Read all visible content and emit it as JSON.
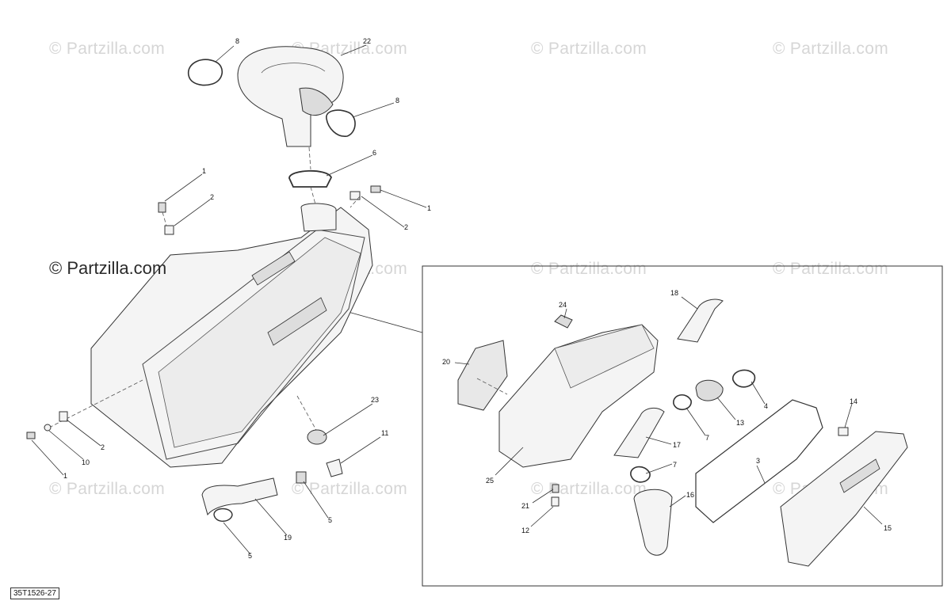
{
  "watermark": {
    "text": "© Partzilla.com",
    "main_text": "© Partzilla.com"
  },
  "reference_code": "35T1526-27",
  "callouts": [
    {
      "id": "c-8a",
      "label": "8"
    },
    {
      "id": "c-22",
      "label": "22"
    },
    {
      "id": "c-8b",
      "label": "8"
    },
    {
      "id": "c-6",
      "label": "6"
    },
    {
      "id": "c-1a",
      "label": "1"
    },
    {
      "id": "c-2a",
      "label": "2"
    },
    {
      "id": "c-1b",
      "label": "1"
    },
    {
      "id": "c-2b",
      "label": "2"
    },
    {
      "id": "c-23",
      "label": "23"
    },
    {
      "id": "c-11",
      "label": "11"
    },
    {
      "id": "c-2c",
      "label": "2"
    },
    {
      "id": "c-10",
      "label": "10"
    },
    {
      "id": "c-1c",
      "label": "1"
    },
    {
      "id": "c-5a",
      "label": "5"
    },
    {
      "id": "c-19",
      "label": "19"
    },
    {
      "id": "c-5b",
      "label": "5"
    },
    {
      "id": "c-18",
      "label": "18"
    },
    {
      "id": "c-24",
      "label": "24"
    },
    {
      "id": "c-20",
      "label": "20"
    },
    {
      "id": "c-4",
      "label": "4"
    },
    {
      "id": "c-13",
      "label": "13"
    },
    {
      "id": "c-7a",
      "label": "7"
    },
    {
      "id": "c-17",
      "label": "17"
    },
    {
      "id": "c-7b",
      "label": "7"
    },
    {
      "id": "c-3",
      "label": "3"
    },
    {
      "id": "c-25",
      "label": "25"
    },
    {
      "id": "c-21",
      "label": "21"
    },
    {
      "id": "c-12",
      "label": "12"
    },
    {
      "id": "c-16",
      "label": "16"
    },
    {
      "id": "c-14",
      "label": "14"
    },
    {
      "id": "c-15",
      "label": "15"
    }
  ]
}
